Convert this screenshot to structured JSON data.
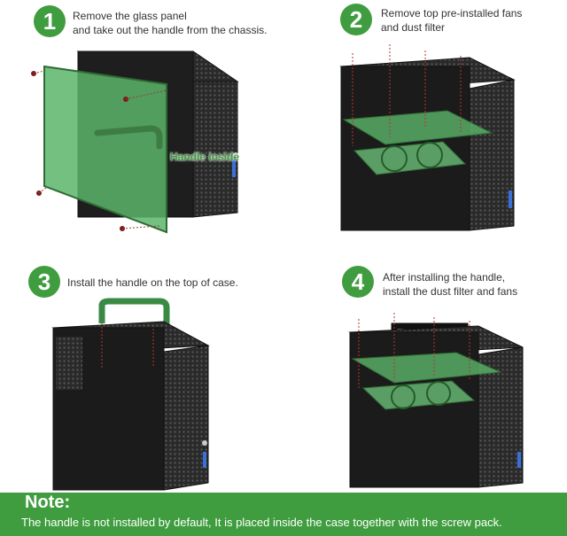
{
  "steps": [
    {
      "number": "1",
      "line1": "Remove the glass panel",
      "line2": "and take out the handle from the chassis."
    },
    {
      "number": "2",
      "line1": "Remove top pre-installed fans",
      "line2": "and dust filter"
    },
    {
      "number": "3",
      "line1": "Install the handle on the top of case.",
      "line2": ""
    },
    {
      "number": "4",
      "line1": "After installing the handle,",
      "line2": "install the dust filter and fans"
    }
  ],
  "callout": "Handle inside",
  "note": {
    "title": "Note:",
    "text": "The handle is not installed by default, It is placed inside the case together with the screw pack."
  },
  "colors": {
    "accent": "#3f9d3f",
    "case": "#2b2b2b",
    "glass": "#5bb56a"
  }
}
